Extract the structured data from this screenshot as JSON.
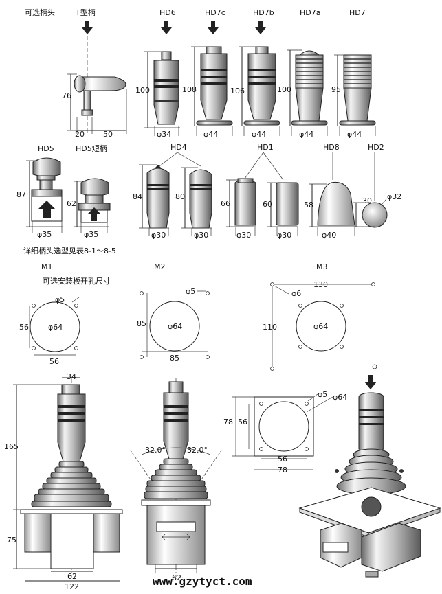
{
  "section_handles": {
    "title": "可选柄头",
    "t_handle": {
      "label": "T型柄",
      "dim_height": "76",
      "dim_shaft": "20",
      "dim_reach": "50"
    },
    "handles_row1": [
      {
        "name": "HD6",
        "height": "100",
        "diameter": "φ34"
      },
      {
        "name": "HD7c",
        "height": "108",
        "diameter": "φ44"
      },
      {
        "name": "HD7b",
        "height": "106",
        "diameter": "φ44"
      },
      {
        "name": "HD7a",
        "height": "100",
        "diameter": "φ44"
      },
      {
        "name": "HD7",
        "height": "95",
        "diameter": "φ44"
      }
    ],
    "handles_row2": [
      {
        "name": "HD5",
        "height": "87",
        "diameter": "φ35"
      },
      {
        "name": "HD5短柄",
        "height": "62",
        "diameter": "φ35"
      },
      {
        "name": "HD4",
        "heights": [
          "84",
          "80"
        ],
        "diameters": [
          "φ30",
          "φ30"
        ]
      },
      {
        "name": "HD1",
        "heights": [
          "66",
          "60"
        ],
        "diameters": [
          "φ30",
          "φ30"
        ]
      },
      {
        "name": "HD8",
        "height": "58",
        "diameter": "φ40"
      },
      {
        "name": "HD2",
        "height": "30",
        "diameter": "φ32"
      }
    ],
    "note": "详细柄头选型见表8-1～8-5"
  },
  "section_mounting": {
    "title": "可选安装板开孔尺寸",
    "plates": [
      {
        "name": "M1",
        "hole": "φ5",
        "circle": "φ64",
        "height": "56",
        "width": "56"
      },
      {
        "name": "M2",
        "hole": "φ5",
        "circle": "φ64",
        "height": "85",
        "width": "85"
      },
      {
        "name": "M3",
        "hole": "φ6",
        "circle": "φ64",
        "height": "110",
        "width": "130"
      }
    ]
  },
  "section_assembly": {
    "front": {
      "top_width": "34",
      "height_upper": "165",
      "height_lower": "75",
      "base_inner": "62",
      "base_outer": "122"
    },
    "side": {
      "angle_left": "32.0°",
      "angle_right": "32.0°",
      "base": "62"
    },
    "plate": {
      "hole": "φ5",
      "circle": "φ64",
      "outer_h": "78",
      "inner_h": "56",
      "inner_w": "56",
      "outer_w": "78"
    }
  },
  "website": "www.gzytyct.com"
}
